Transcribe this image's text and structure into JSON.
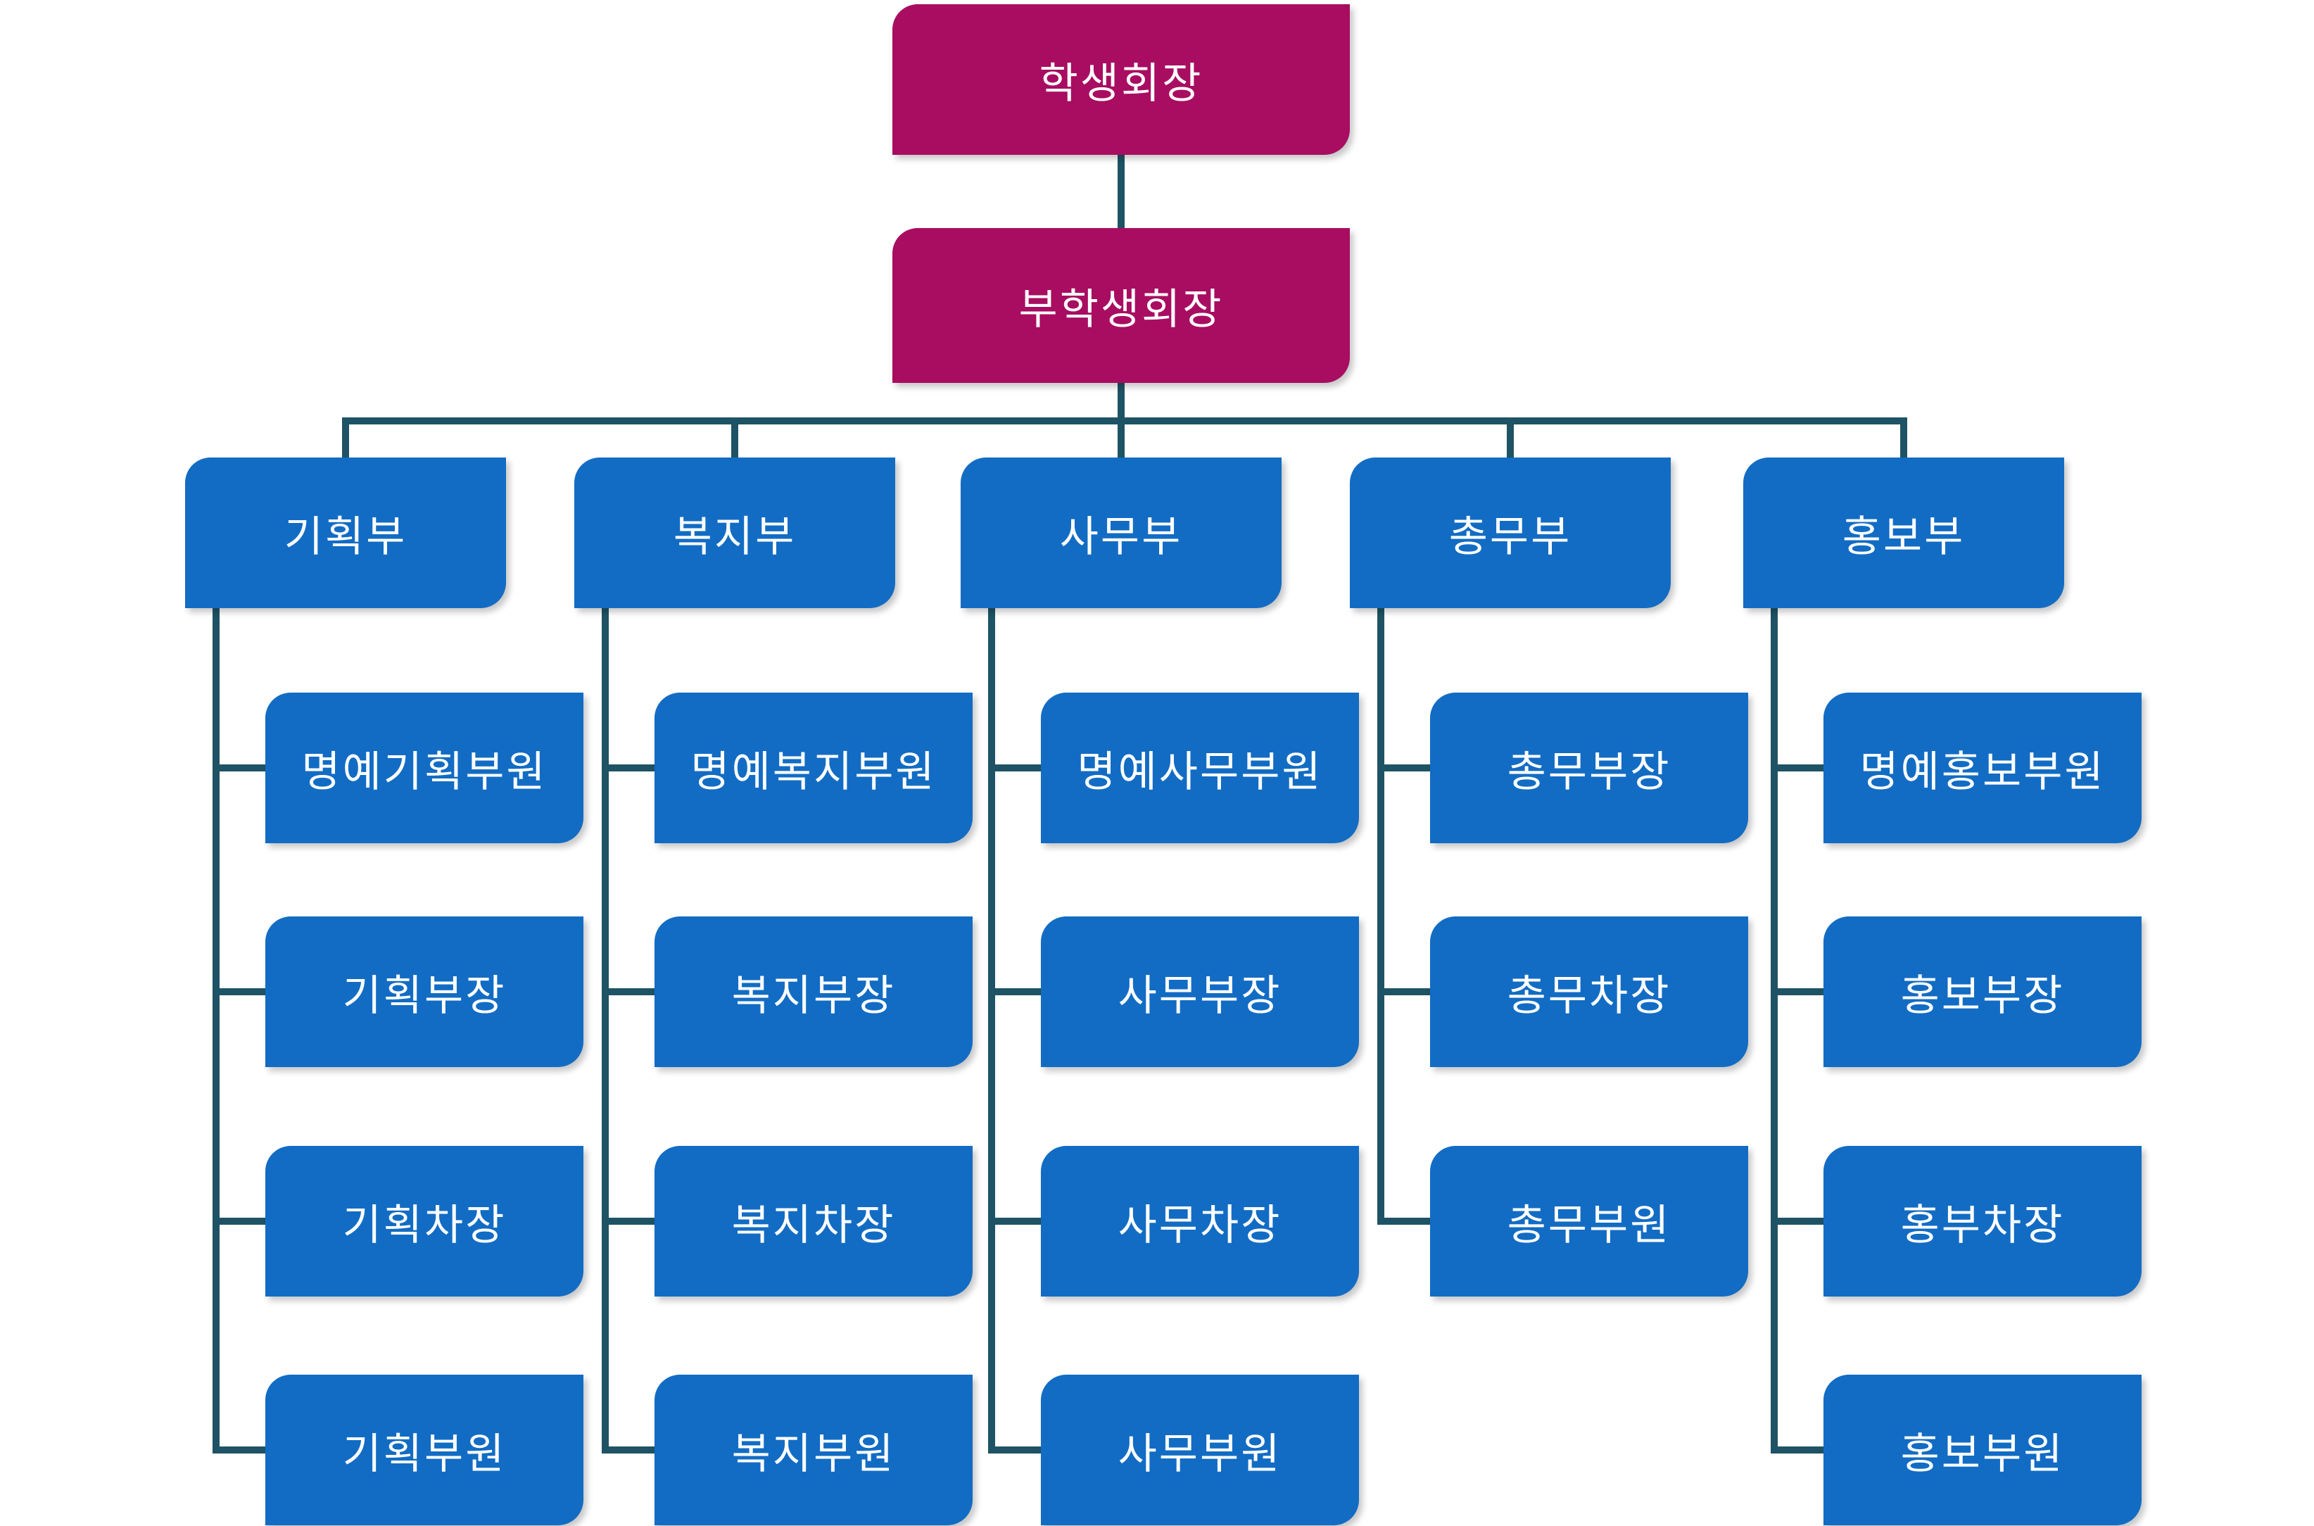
{
  "chart": {
    "type": "org-chart",
    "root": {
      "label": "학생회장"
    },
    "vice": {
      "label": "부학생회장"
    },
    "departments": [
      {
        "label": "기획부",
        "children": [
          "명예기획부원",
          "기획부장",
          "기획차장",
          "기획부원"
        ]
      },
      {
        "label": "복지부",
        "children": [
          "명예복지부원",
          "복지부장",
          "복지차장",
          "복지부원"
        ]
      },
      {
        "label": "사무부",
        "children": [
          "명예사무부원",
          "사무부장",
          "사무차장",
          "사무부원"
        ]
      },
      {
        "label": "총무부",
        "children": [
          "총무부장",
          "총무차장",
          "총무부원"
        ]
      },
      {
        "label": "홍보부",
        "children": [
          "명예홍보부원",
          "홍보부장",
          "홍부차장",
          "홍보부원"
        ]
      }
    ],
    "colors": {
      "executive": "#A80D61",
      "department": "#126CC4",
      "connector": "#1E5365",
      "text": "#FFFFFF",
      "background": "#FFFFFF"
    }
  }
}
